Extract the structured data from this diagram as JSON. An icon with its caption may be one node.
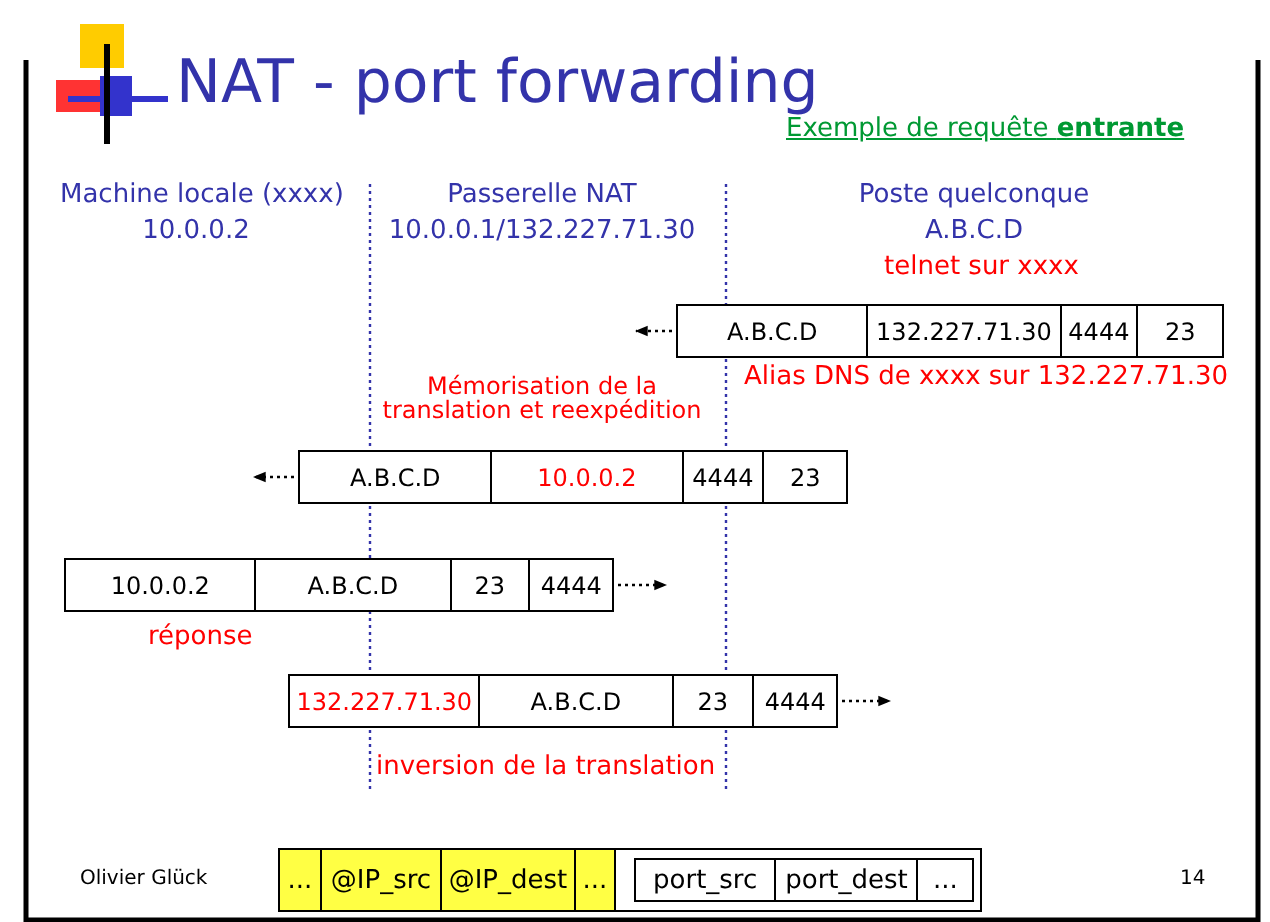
{
  "diagram": {
    "title": "NAT - port forwarding",
    "nodes": [
      {
        "text": [
          "A.B.C.D",
          "132.227.71.30",
          "4444",
          "23"
        ]
      },
      {
        "text": [
          "A.B.C.D",
          "10.0.0.2",
          "4444",
          "23"
        ]
      },
      {
        "text": [
          "10.0.0.2",
          "A.B.C.D",
          "23",
          "4444"
        ]
      },
      {
        "text": [
          "132.227.71.30",
          "A.B.C.D",
          "23",
          "4444"
        ]
      },
      {
        "text": [
          "...",
          "@IP_src",
          "@IP_dest",
          "..."
        ]
      },
      {
        "text": [
          "port_src",
          "port_dest",
          "..."
        ],
        "in": 4
      }
    ],
    "edges": [
      {
        "from": 0,
        "to": null,
        "arrow": "to",
        "style": "dashed"
      },
      {
        "from": 1,
        "to": null,
        "arrow": "to",
        "style": "dashed"
      },
      {
        "from": 2,
        "to": null,
        "arrow": "to",
        "style": "dashed"
      },
      {
        "from": 3,
        "to": null,
        "arrow": "to",
        "style": "dashed"
      }
    ],
    "labels": [
      "Exemple de requête **entrante**",
      "Machine locale (xxxx)",
      "10.0.0.2",
      "Passerelle NAT",
      "10.0.0.1/132.227.71.30",
      "Poste quelconque",
      "A.B.C.D",
      "telnet sur xxxx",
      "Alias DNS de xxxx sur 132.227.71.30",
      "Mémorisation de la translation et reexpédition",
      "réponse",
      "inversion de la translation",
      "Olivier Glück",
      "14"
    ]
  }
}
